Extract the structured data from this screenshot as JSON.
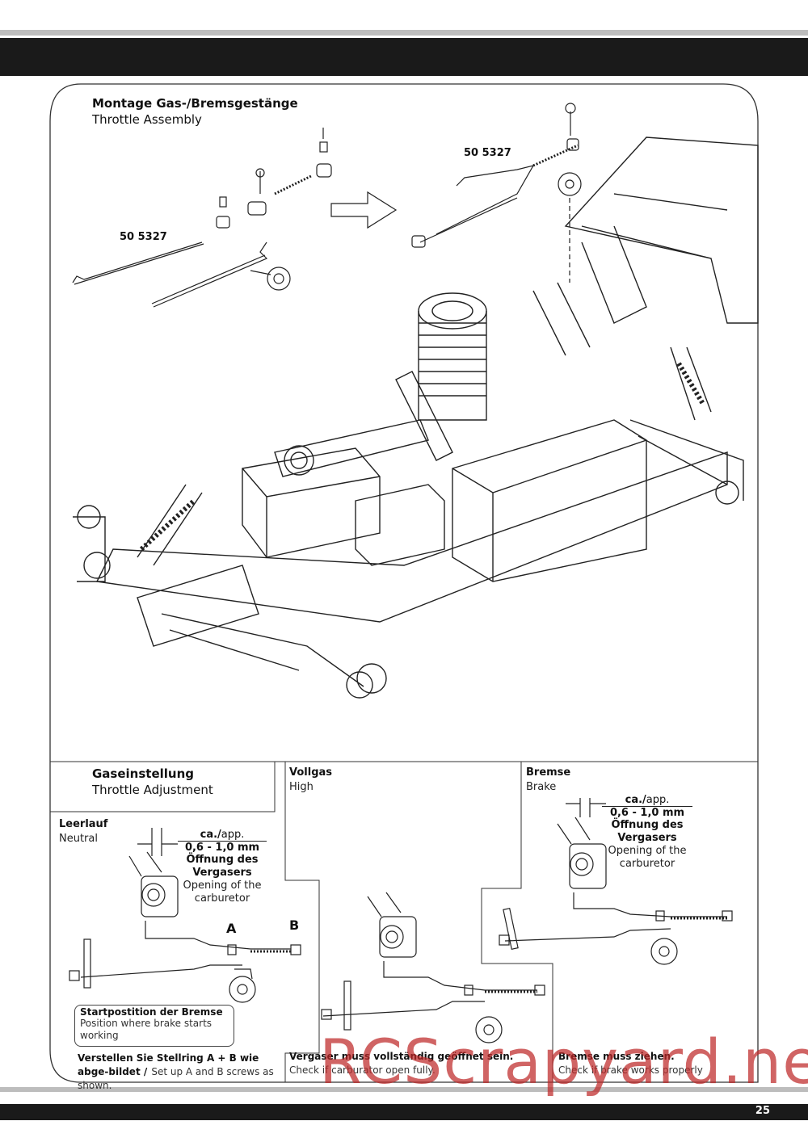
{
  "page_number": "25",
  "assembly": {
    "title_de": "Montage Gas-/Bremsgestänge",
    "title_en": "Throttle Assembly",
    "part_left": "50 5327",
    "part_right": "50 5327"
  },
  "adjustment": {
    "title_de": "Gaseinstellung",
    "title_en": "Throttle Adjustment",
    "neutral": {
      "title_de": "Leerlauf",
      "title_en": "Neutral",
      "ca": "ca./",
      "app": "app.",
      "measure": "0,6 - 1,0 mm",
      "opening_de": "Öffnung des Vergasers",
      "opening_en": "Opening of the carburetor",
      "label_a": "A",
      "label_b": "B",
      "box_de": "Startpostition der Bremse",
      "box_en": "Position where brake starts working",
      "note_de": "Verstellen Sie Stellring A + B wie abge-bildet /",
      "note_en": "Set up A and B screws as shown."
    },
    "high": {
      "title_de": "Vollgas",
      "title_en": "High",
      "note_de": "Vergaser muss vollständig geöffnet sein.",
      "note_en": "Check if carburator open fully."
    },
    "brake": {
      "title_de": "Bremse",
      "title_en": "Brake",
      "ca": "ca./",
      "app": "app.",
      "measure": "0,6 - 1,0 mm",
      "opening_de": "Öffnung des Vergasers",
      "opening_en": "Opening of the carburetor",
      "note_de": "Bremse muss ziehen.",
      "note_en": "Check if brake works properly"
    }
  },
  "watermark": "RCScrapyard.net"
}
